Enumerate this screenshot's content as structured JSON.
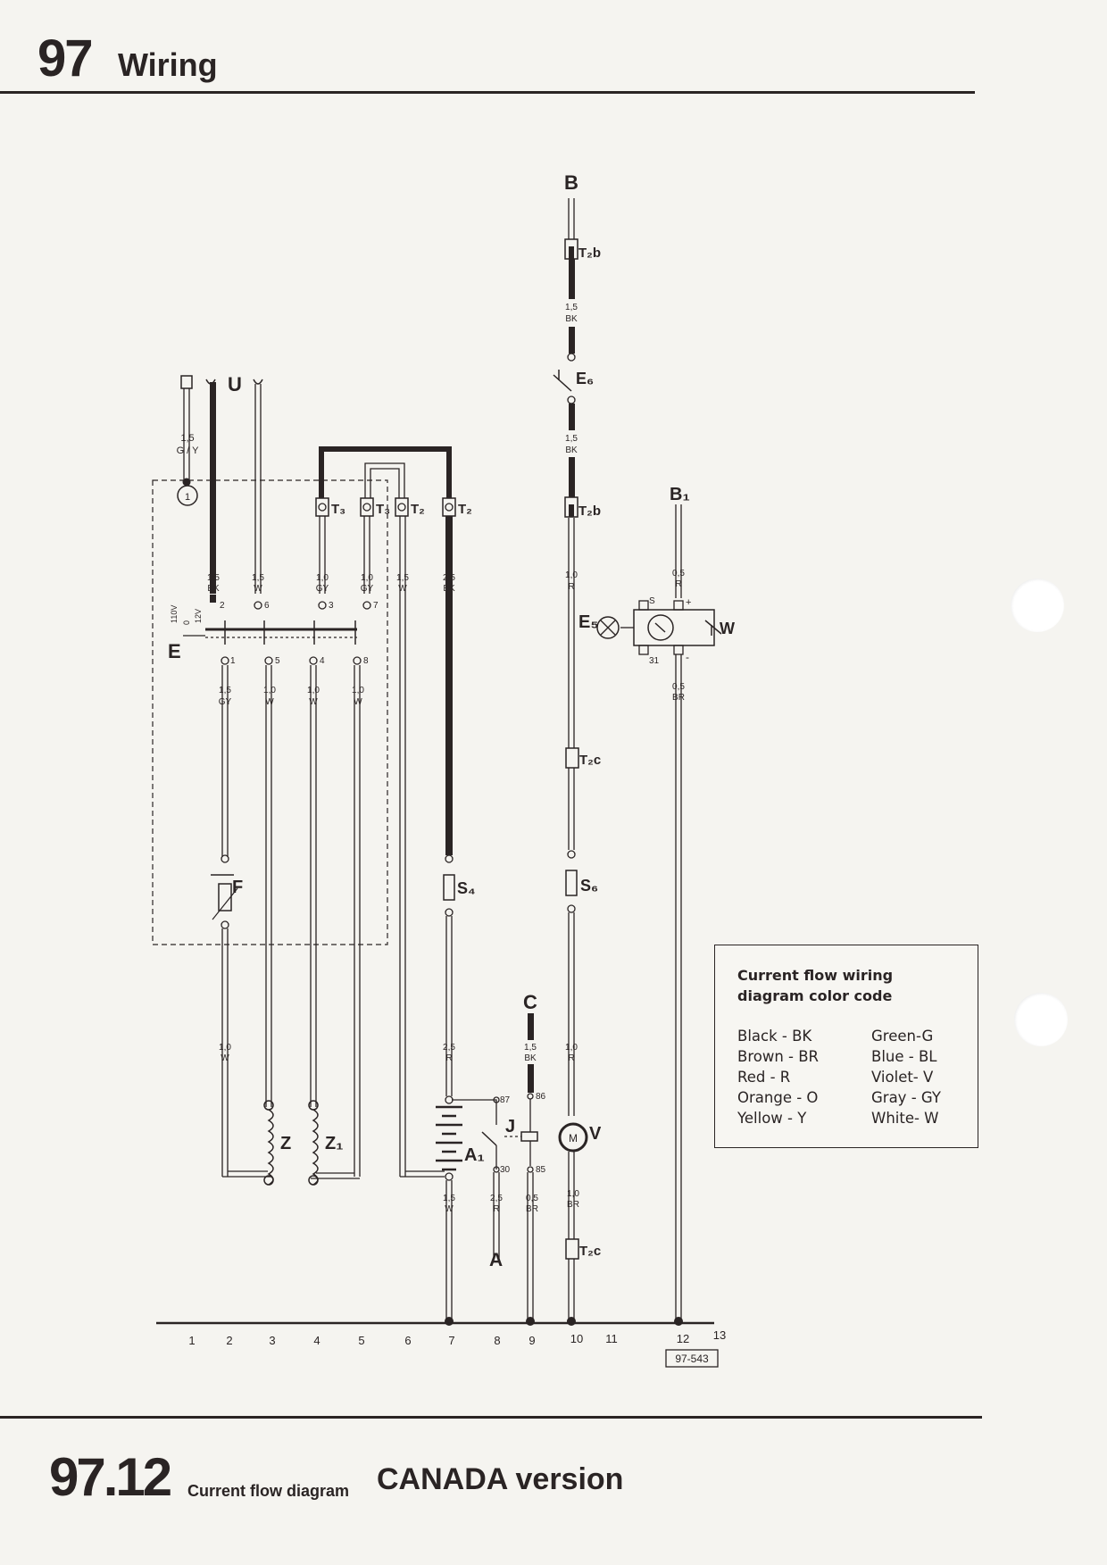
{
  "header": {
    "chapter_number": "97",
    "chapter_title": "Wiring"
  },
  "footer": {
    "page_number": "97.12",
    "subtitle": "Current flow diagram",
    "version": "CANADA version"
  },
  "diagram": {
    "terminals_top": [
      "U",
      "B",
      "B₁",
      "C",
      "A"
    ],
    "connectors": [
      "T₃",
      "T₃",
      "T₂",
      "T₂",
      "T₂b",
      "T₂b",
      "T₂c",
      "T₂c"
    ],
    "components": [
      "E",
      "F",
      "Z",
      "Z₁",
      "S₄",
      "S₆",
      "A₁",
      "J",
      "V",
      "E₅",
      "E₆",
      "W"
    ],
    "wire_labels": [
      {
        "size": "1,5",
        "color": "G / Y"
      },
      {
        "size": "1,5",
        "color": "BK"
      },
      {
        "size": "1,5",
        "color": "W"
      },
      {
        "size": "1,0",
        "color": "GY"
      },
      {
        "size": "1,0",
        "color": "GY"
      },
      {
        "size": "1,5",
        "color": "W"
      },
      {
        "size": "2,5",
        "color": "BK"
      },
      {
        "size": "1,5",
        "color": "GY"
      },
      {
        "size": "1,0",
        "color": "W"
      },
      {
        "size": "1,0",
        "color": "W"
      },
      {
        "size": "1,0",
        "color": "W"
      },
      {
        "size": "1,0",
        "color": "W"
      },
      {
        "size": "2,5",
        "color": "R"
      },
      {
        "size": "1,5",
        "color": "BK"
      },
      {
        "size": "1,5",
        "color": "W"
      },
      {
        "size": "2,5",
        "color": "R"
      },
      {
        "size": "0,5",
        "color": "BR"
      },
      {
        "size": "1,5",
        "color": "BK"
      },
      {
        "size": "1,5",
        "color": "BK"
      },
      {
        "size": "1,0",
        "color": "R"
      },
      {
        "size": "1,0",
        "color": "R"
      },
      {
        "size": "1,0",
        "color": "BR"
      },
      {
        "size": "0,5",
        "color": "R"
      },
      {
        "size": "0,5",
        "color": "BR"
      }
    ],
    "switch_labels": [
      "110V",
      "0",
      "12V"
    ],
    "pin_numbers": [
      "2",
      "6",
      "3",
      "7",
      "1",
      "5",
      "4",
      "8",
      "87",
      "86",
      "30",
      "85",
      "S",
      "+",
      "31",
      "-"
    ],
    "circuit_numbers": [
      "1",
      "2",
      "3",
      "4",
      "5",
      "6",
      "7",
      "8",
      "9",
      "10",
      "11",
      "12",
      "13"
    ],
    "figure_ref": "97-543",
    "node_circle": "1"
  },
  "legend": {
    "title_line1": "Current flow wiring",
    "title_line2": "diagram color code",
    "left": [
      "Black  - BK",
      "Brown  - BR",
      "Red    - R",
      "Orange - O",
      "Yellow - Y"
    ],
    "right": [
      "Green-G",
      "Blue  - BL",
      "Violet- V",
      "Gray  - GY",
      "White- W"
    ]
  }
}
